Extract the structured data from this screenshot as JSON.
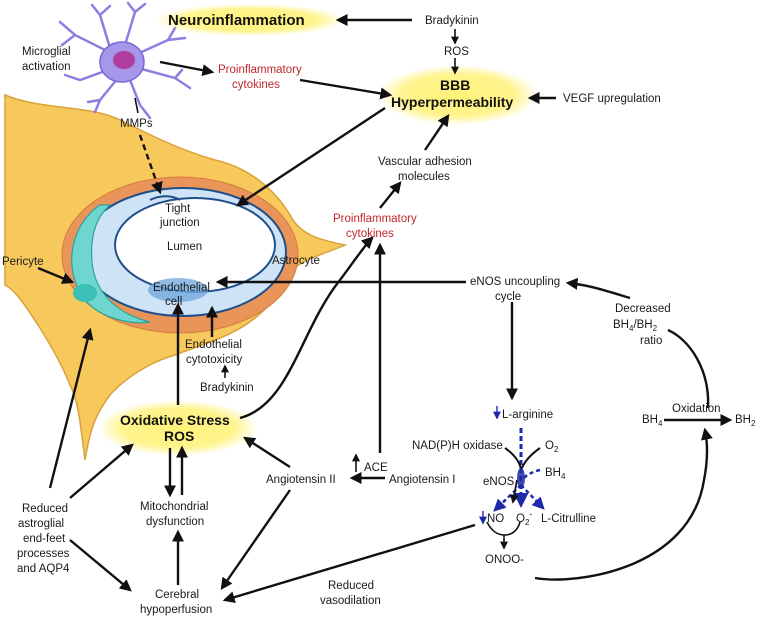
{
  "labels": {
    "neuroinflammation": "Neuroinflammation",
    "bradykinin_top": "Bradykinin",
    "ros_top": "ROS",
    "microglial_activation_1": "Microglial",
    "microglial_activation_2": "activation",
    "proinflammatory_cytokines_top_1": "Proinflammatory",
    "proinflammatory_cytokines_top_2": "cytokines",
    "bbb_1": "BBB",
    "bbb_2": "Hyperpermeability",
    "vegf": "VEGF upregulation",
    "mmps": "MMPs",
    "vascular_adhesion_1": "Vascular adhesion",
    "vascular_adhesion_2": "molecules",
    "proinflammatory_cytokines_mid_1": "Proinflammatory",
    "proinflammatory_cytokines_mid_2": "cytokines",
    "tight_junction_1": "Tight",
    "tight_junction_2": "junction",
    "lumen": "Lumen",
    "pericyte": "Pericyte",
    "astrocyte": "Astrocyte",
    "endothelial_cell_1": "Endothelial",
    "endothelial_cell_2": "cell",
    "enos_uncoupling_1": "eNOS uncoupling",
    "enos_uncoupling_2": "cycle",
    "decreased_1": "Decreased",
    "decreased_bh4": "BH",
    "decreased_4": "4",
    "decreased_slash": "/BH",
    "decreased_2sub": "2",
    "decreased_ratio": "ratio",
    "endothelial_cytotoxicity_1": "Endothelial",
    "endothelial_cytotoxicity_2": "cytotoxicity",
    "bradykinin_mid": "Bradykinin",
    "oxidative_stress": "Oxidative Stress",
    "ros_mid": "ROS",
    "l_arginine": "L-arginine",
    "oxidation": "Oxidation",
    "bh4": "BH",
    "bh4_sub": "4",
    "bh2": "BH",
    "bh2_sub": "2",
    "nadph_oxidase": "NAD(P)H oxidase",
    "o2": "O",
    "o2_sub": "2",
    "ace": "ACE",
    "angiotensin_2": "Angiotensin II",
    "angiotensin_1": "Angiotensin I",
    "enos": "eNOS",
    "bh4_enos": "BH",
    "bh4_enos_sub": "4",
    "mito_1": "Mitochondrial",
    "mito_2": "dysfunction",
    "no": "NO",
    "o2minus": "O",
    "o2minus_sub": "2",
    "o2minus_sup": "-",
    "l_citrulline": "L-Citrulline",
    "onoo": "ONOO-",
    "reduced_astro_1": "Reduced",
    "reduced_astro_2": "astroglial",
    "reduced_astro_3": "end-feet",
    "reduced_astro_4": "processes",
    "reduced_astro_5": "and AQP4",
    "reduced_vaso_1": "Reduced",
    "reduced_vaso_2": "vasodilation",
    "cerebral_1": "Cerebral",
    "cerebral_2": "hypoperfusion"
  },
  "colors": {
    "highlight": "#fff27a",
    "astrocyte_fill": "#f7c95c",
    "astrocyte_stroke": "#d9a23a",
    "pericyte_fill": "#e9955a",
    "endothelium_fill": "#cfe3f6",
    "pericyte_cell": "#6fd6cf",
    "microglia": "#8f7ee0",
    "microglia_nucleus": "#b13ca0",
    "red_text": "#c0282d",
    "enos_arrow": "#1f2aa8",
    "down_arrow": "#3b3fc7"
  }
}
